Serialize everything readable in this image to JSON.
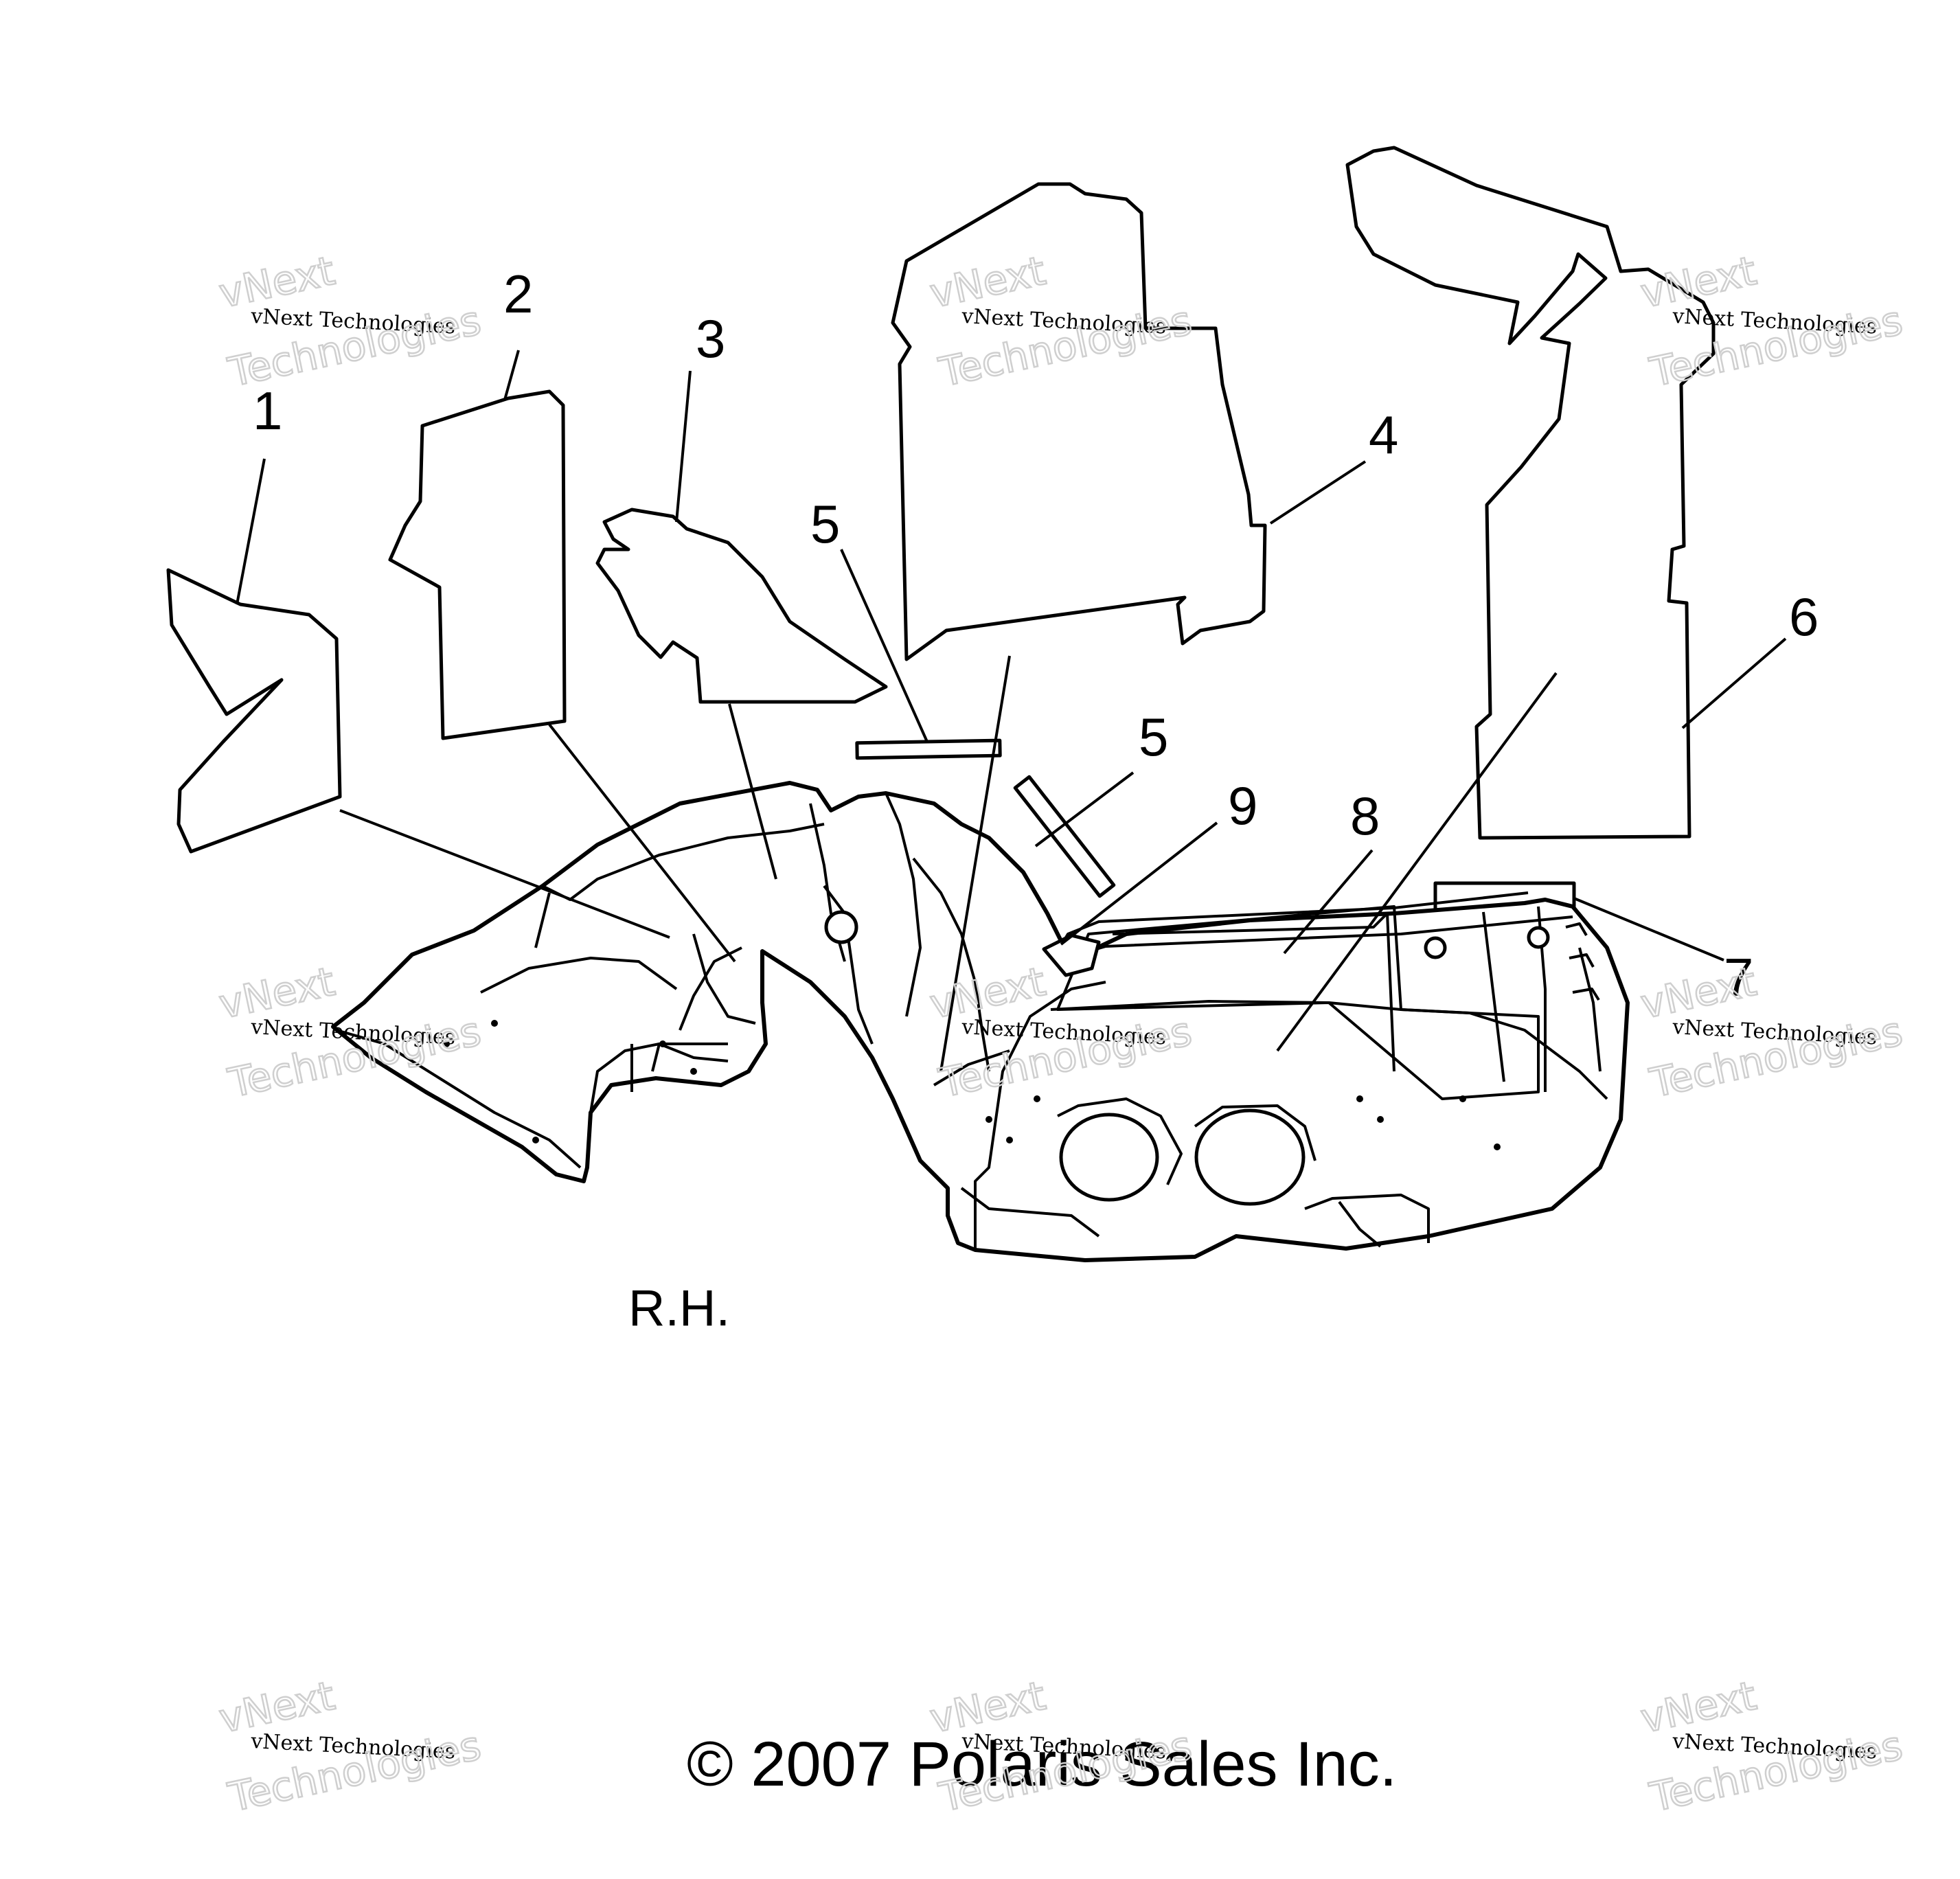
{
  "diagram": {
    "callouts": [
      "1",
      "2",
      "3",
      "4",
      "5",
      "5",
      "6",
      "7",
      "8",
      "9"
    ],
    "view_label": "R.H.",
    "copyright": "© 2007 Polaris Sales Inc."
  },
  "watermark": {
    "brand": "vNext",
    "company": "vNext Technologies",
    "big_word": "Technologies"
  }
}
